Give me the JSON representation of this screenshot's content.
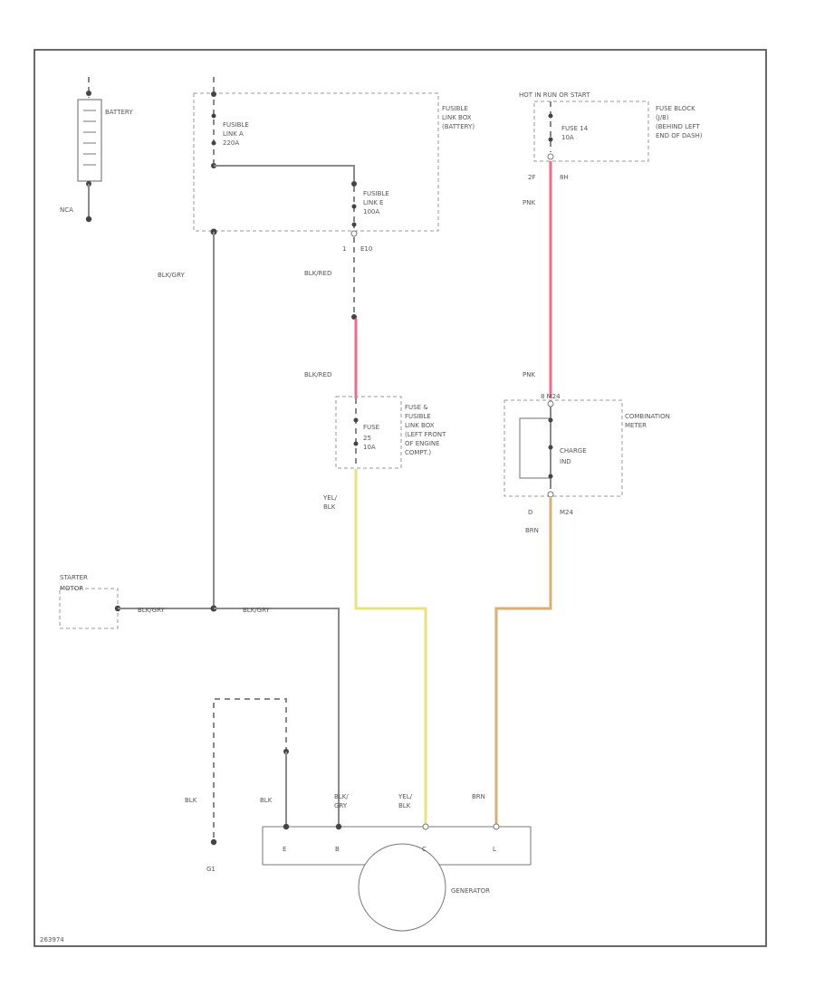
{
  "diagram": {
    "battery": {
      "label": "BATTERY",
      "ground": "NCA"
    },
    "fusible_link_box": {
      "label": [
        "FUSIBLE",
        "LINK BOX",
        "(BATTERY)"
      ]
    },
    "fusible_link_a": {
      "label": [
        "FUSIBLE",
        "LINK A",
        "220A"
      ]
    },
    "fusible_link_e": {
      "label": [
        "FUSIBLE",
        "LINK E",
        "100A"
      ]
    },
    "connector_e10": {
      "pin": "1",
      "label": "E10"
    },
    "hot_in": {
      "label": "HOT IN RUN OR START"
    },
    "fuse_14": {
      "label": [
        "FUSE 14",
        "10A"
      ]
    },
    "fuse_block": {
      "label": [
        "FUSE BLOCK",
        "(J/B)",
        "(BEHIND LEFT",
        "END OF DASH)"
      ]
    },
    "fuse_block_conn": {
      "pin": "2F",
      "label": "8H"
    },
    "fuse_block_box": {
      "label": [
        "FUSE &",
        "FUSIBLE",
        "LINK BOX",
        "(LEFT FRONT",
        "OF ENGINE",
        "COMPT.)"
      ]
    },
    "fuse_25": {
      "label": [
        "FUSE",
        "25",
        "10A"
      ]
    },
    "combination_meter": {
      "label": [
        "COMBINATION",
        "METER"
      ],
      "connector": "8 M24"
    },
    "charge_ind": {
      "label": [
        "CHARGE",
        "IND"
      ]
    },
    "meter_out": {
      "pin": "D",
      "label": "M24"
    },
    "starter": {
      "label": [
        "STARTER",
        "MOTOR"
      ]
    },
    "generator": {
      "label": "GENERATOR",
      "terminals": [
        "E",
        "B",
        "C",
        "L"
      ]
    },
    "ground_g1": {
      "label": "G1"
    },
    "wires": {
      "blk_gry_main": "BLK/GRY",
      "blk_red_top": "BLK/RED",
      "blk_red_mid": "BLK/RED",
      "pnk_top": "PNK",
      "pnk_mid": "PNK",
      "yel_blk": [
        "YEL/",
        "BLK"
      ],
      "brn_meter": "BRN",
      "blk_gry_starter": "BLK/GRY",
      "blk_gry_gen": "BLK/GRY",
      "blk_left": "BLK",
      "blk_gen": "BLK",
      "blk_gry_term": [
        "BLK/",
        "GRY"
      ],
      "yel_blk_term": [
        "YEL/",
        "BLK"
      ],
      "brn_term": "BRN"
    },
    "footer_code": "263974"
  }
}
